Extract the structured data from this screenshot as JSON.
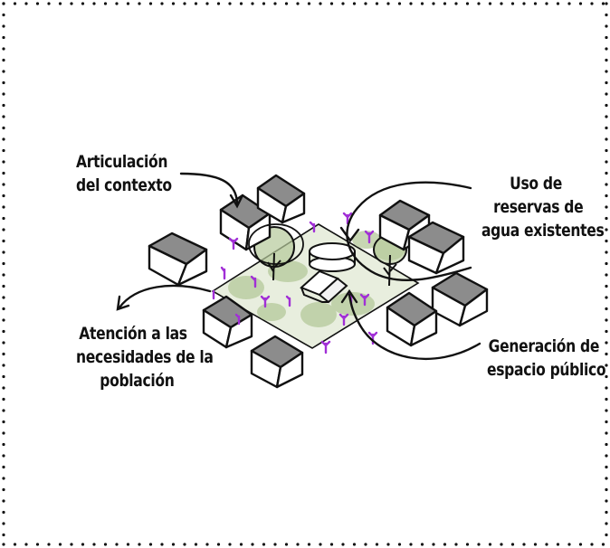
{
  "labels": {
    "context": [
      "Articulación",
      "del contexto"
    ],
    "water": [
      "Uso de",
      "reservas de",
      "agua existentes"
    ],
    "needs": [
      "Atención a las",
      "necesidades de la",
      "población"
    ],
    "public_space": [
      "Generación de",
      "espacio público"
    ]
  },
  "colors": {
    "ink": "#111111",
    "shade": "#8c8c8c",
    "green": "#b5c99a",
    "people": "#a12fd6"
  }
}
